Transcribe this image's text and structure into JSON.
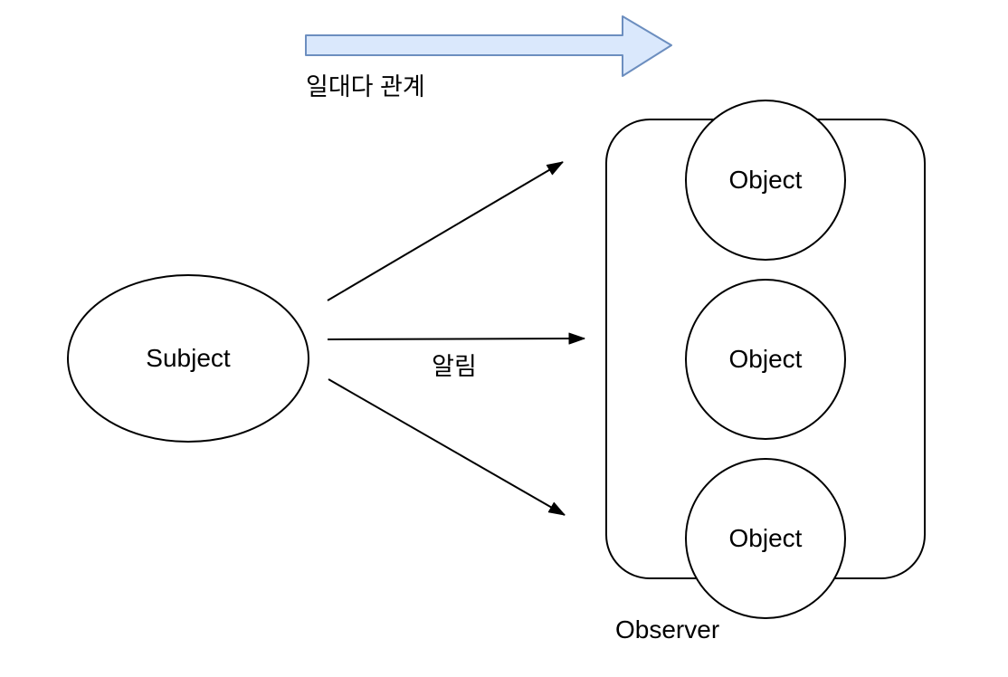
{
  "diagram": {
    "one_to_many_label": "일대다 관계",
    "notify_label": "알림",
    "subject": {
      "label": "Subject"
    },
    "observer_group": {
      "label": "Observer",
      "objects": [
        {
          "label": "Object"
        },
        {
          "label": "Object"
        },
        {
          "label": "Object"
        }
      ]
    },
    "colors": {
      "block_arrow_fill": "#dae8fc",
      "block_arrow_stroke": "#6c8ebf",
      "shape_fill": "#ffffff",
      "shape_stroke": "#000000",
      "background": "#ffffff",
      "text": "#000000"
    }
  }
}
